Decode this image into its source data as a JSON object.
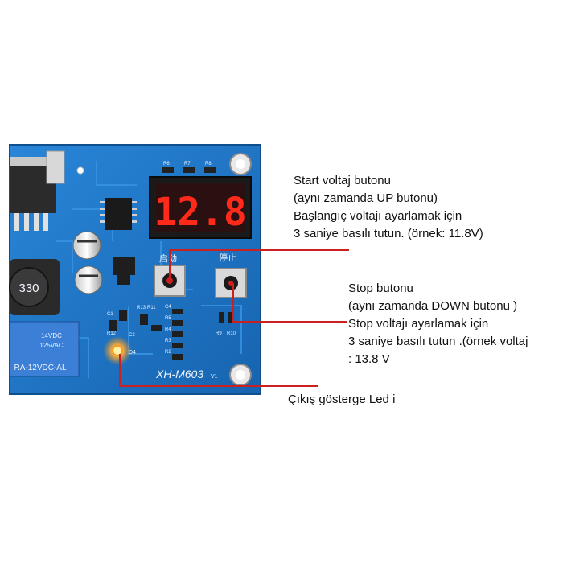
{
  "board": {
    "display": "12.8",
    "model": "XH-M603",
    "version": "V1",
    "start_silk": "启动",
    "stop_silk": "停止",
    "relay_text_1": "14VDC",
    "relay_text_2": "125VAC",
    "relay_model": "RA-12VDC-AL",
    "inductor_code": "330",
    "led_ref": "D4",
    "refs": [
      "R6",
      "R7",
      "R8",
      "C1",
      "R12",
      "R13",
      "R11",
      "C4",
      "R5",
      "R4",
      "R3",
      "R2",
      "R9",
      "R10",
      "C3"
    ]
  },
  "annotations": {
    "start": {
      "lines": [
        "Start voltaj butonu",
        "(aynı zamanda UP butonu)",
        "Başlangıç voltajı ayarlamak için",
        "3 saniye basılı tutun. (örnek: 11.8V)"
      ]
    },
    "stop": {
      "lines": [
        "Stop butonu",
        "(aynı zamanda DOWN butonu )",
        "Stop voltajı ayarlamak için",
        "3 saniye basılı tutun .(örnek voltaj",
        ": 13.8 V"
      ]
    },
    "led": {
      "lines": [
        "Çıkış gösterge Led i"
      ]
    }
  },
  "colors": {
    "pcb": "#1f73c4",
    "pcb_dark": "#135a9e",
    "display_digits": "#ff2a1a",
    "callout_line": "#cc1f1f",
    "led_glow": "#ffb347"
  }
}
